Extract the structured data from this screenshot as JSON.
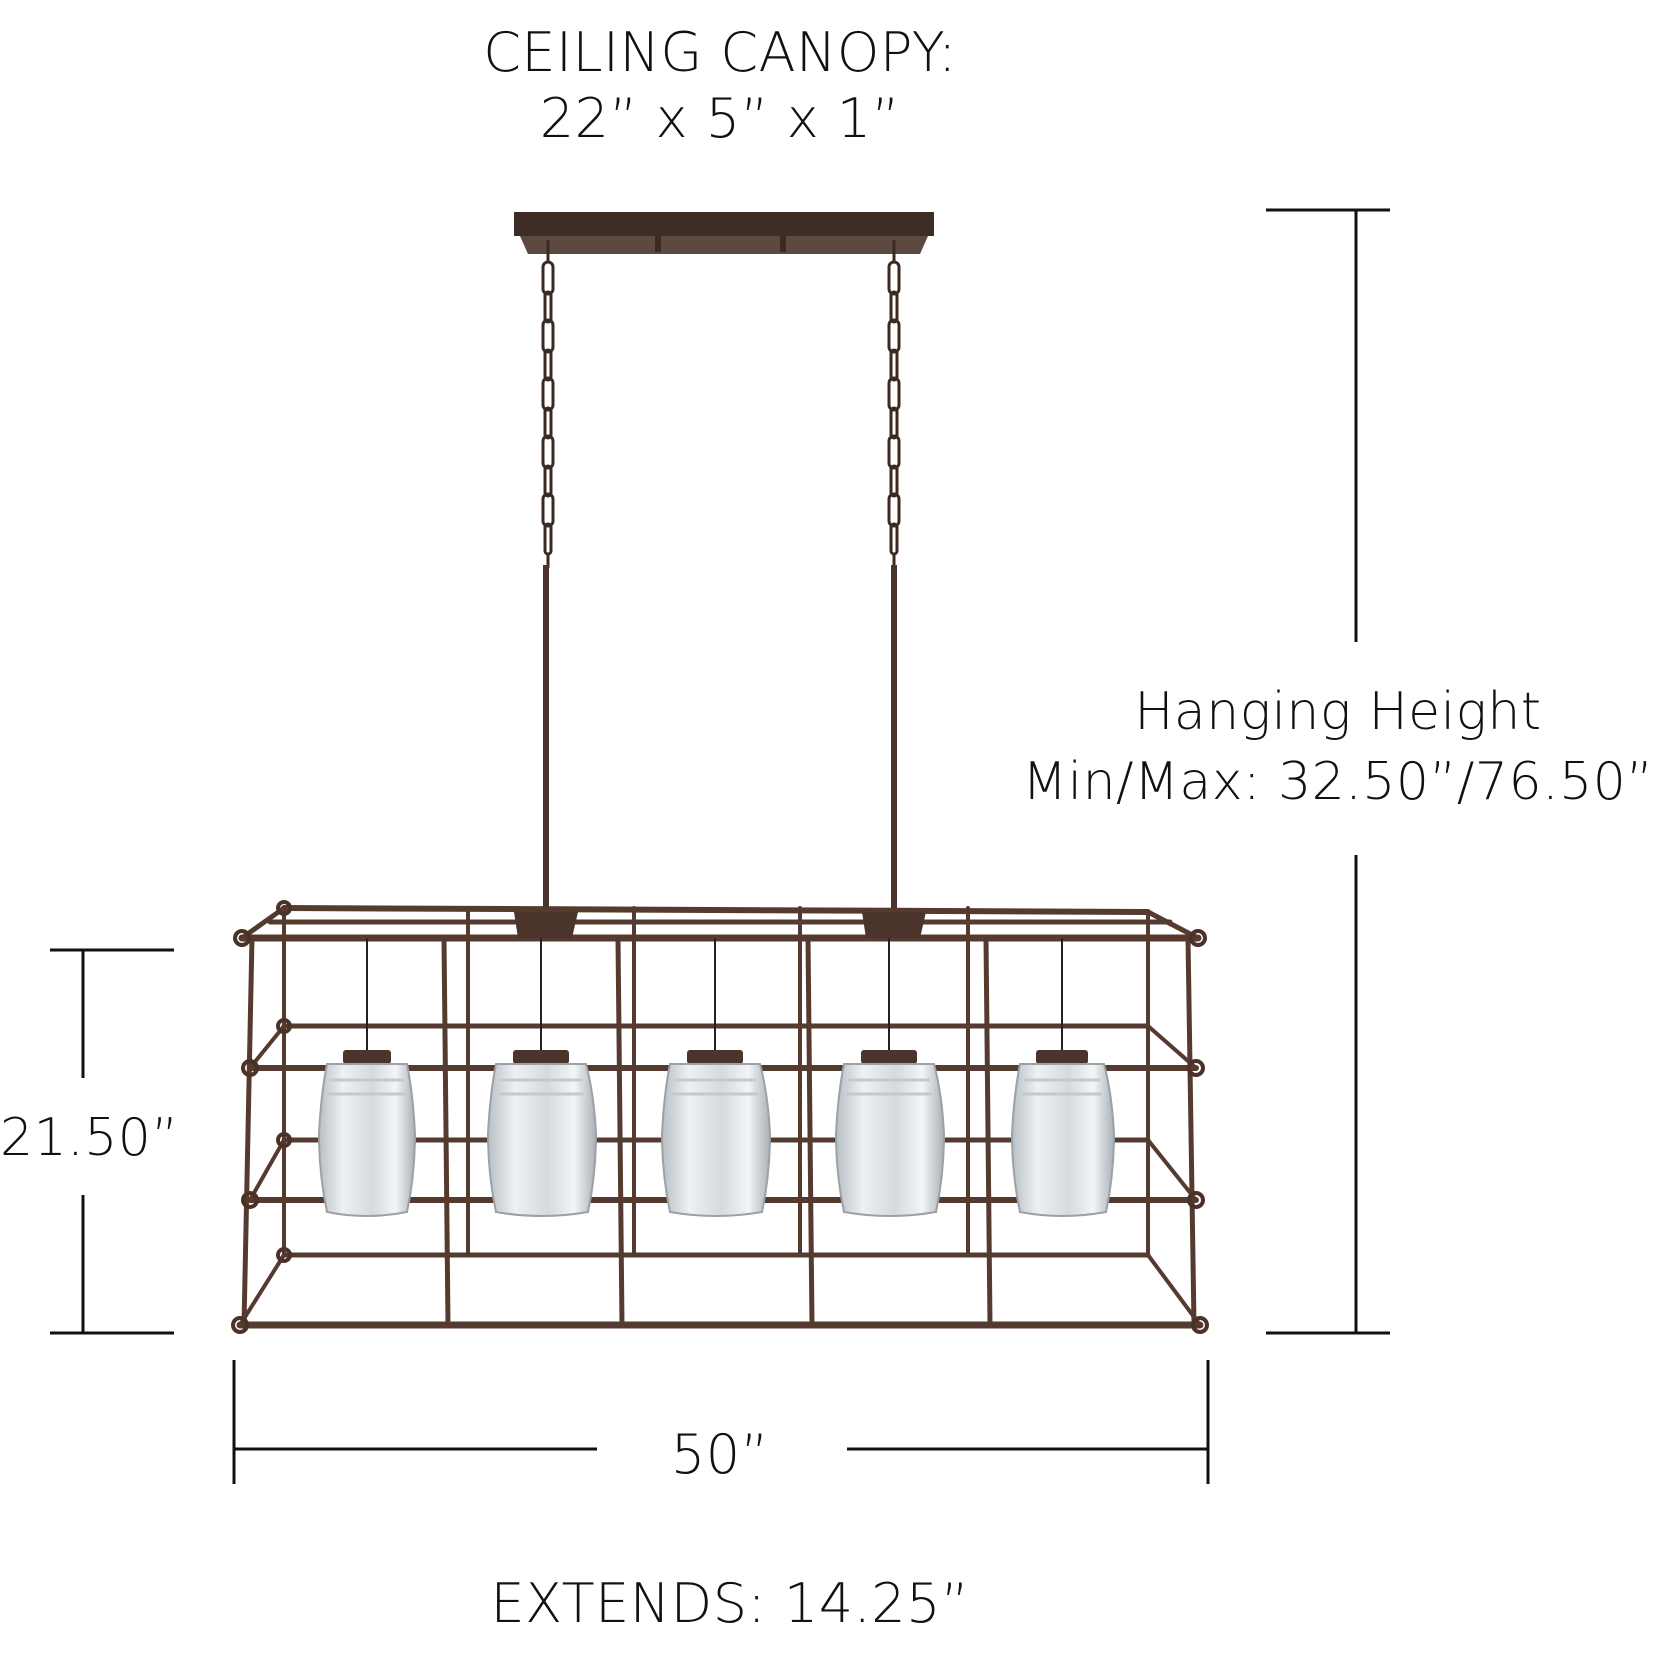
{
  "diagram": {
    "type": "product-dimension-diagram",
    "subject": "5-light linear cage chandelier with clear glass jar shades",
    "canopy": {
      "title": "CEILING CANOPY:",
      "dimensions": "22” x 5” x 1”"
    },
    "hanging_height": {
      "title": "Hanging Height",
      "value": "Min/Max: 32.50”/76.50”"
    },
    "fixture_height": {
      "value": "21.50”"
    },
    "fixture_width": {
      "value": "50”"
    },
    "extends": {
      "value": "EXTENDS: 14.25”"
    },
    "light_count": 5
  },
  "colors": {
    "background": "#ffffff",
    "text": "#111111",
    "dimension_lines": "#111111",
    "metal_finish": "#5a3f33",
    "metal_dark": "#3b2a22",
    "glass": "#dfe3e6"
  }
}
